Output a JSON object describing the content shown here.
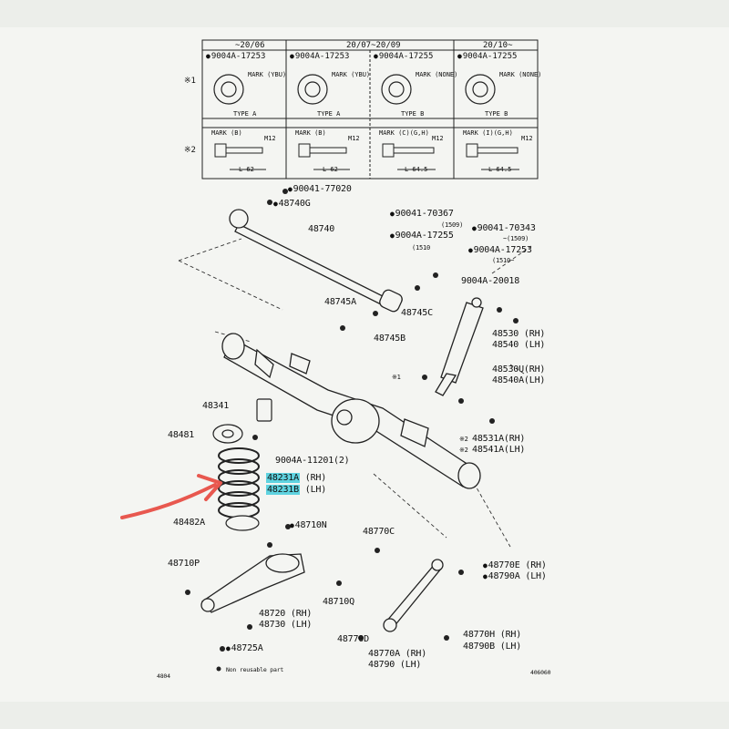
{
  "table": {
    "col1_header": "~20/06",
    "col2_header": "20/07~20/09",
    "col3_header": "20/10~",
    "part_col1": "9004A-17253",
    "part_col2": "9004A-17253",
    "part_col3": "9004A-17255",
    "part_col4": "9004A-17255",
    "row1_mark": "※1",
    "row2_mark": "※2",
    "mark_labels": [
      "MARK (YBU)",
      "MARK (YBU)",
      "MARK (NONE)",
      "MARK (NONE)"
    ],
    "type_labels": [
      "TYPE A",
      "TYPE A",
      "TYPE B",
      "TYPE B"
    ],
    "bolt_labels": [
      "MARK (B)",
      "MARK (B)",
      "MARK (C)(G,H)",
      "MARK (I)(G,H)"
    ],
    "thread_labels": [
      "M12",
      "M12",
      "M12",
      "M12"
    ],
    "length_labels": [
      "L 62",
      "L 62",
      "L 64.5",
      "L 64.5"
    ]
  },
  "parts": {
    "p90041_77020": "90041-77020",
    "p48740G": "48740G",
    "p48740": "48740",
    "p90041_70367": "90041-70367",
    "p9004A_17255": "9004A-17255",
    "p1509": "(1509)",
    "p1510": "(1510",
    "p90041_70343": "90041-70343",
    "p1509b": "~(1509)",
    "p9004A_17253": "9004A-17253",
    "p1510b": "(1510~",
    "p9004A_20018": "9004A-20018",
    "p48745A": "48745A",
    "p48745C": "48745C",
    "p48745B": "48745B",
    "p48530": "48530 (RH)",
    "p48540": "48540 (LH)",
    "p48530U": "48530U(RH)",
    "p48540A": "48540A(LH)",
    "star1": "※1",
    "star2a": "※2",
    "star2b": "※2",
    "p48341": "48341",
    "p48481": "48481",
    "p9004A_11201": "9004A-11201(2)",
    "p48231A": "48231A",
    "p48231A_side": "(RH)",
    "p48231B": "48231B",
    "p48231B_side": "(LH)",
    "p48531A": "48531A(RH)",
    "p48541A": "48541A(LH)",
    "p48482A": "48482A",
    "p48710N": "48710N",
    "p48770C": "48770C",
    "p48710P": "48710P",
    "p48770E": "48770E (RH)",
    "p48790A": "48790A (LH)",
    "p48720": "48720 (RH)",
    "p48730": "48730 (LH)",
    "p48710Q": "48710Q",
    "p48770D": "48770D",
    "p48770H": "48770H (RH)",
    "p48790B": "48790B (LH)",
    "p48725A": "48725A",
    "p48770A": "48770A (RH)",
    "p48790": "48790  (LH)"
  },
  "footer": {
    "page": "4804",
    "legend": "Non reusable part",
    "code": "406060"
  },
  "colors": {
    "highlight": "#5fd3e0",
    "arrow": "#e8584f",
    "ink": "#111111"
  }
}
